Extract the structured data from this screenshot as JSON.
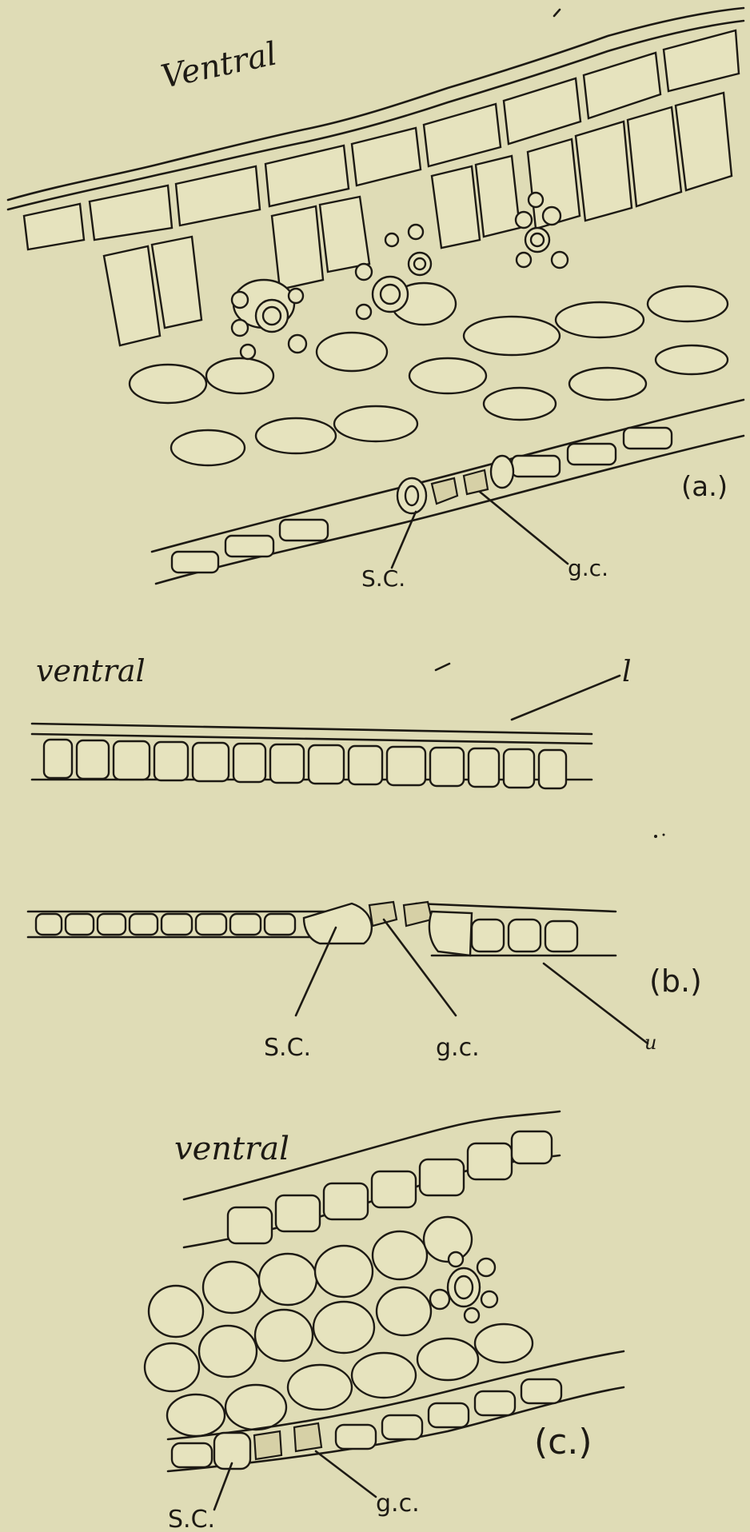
{
  "figure_a": {
    "orientation_label": "Ventral",
    "subsidiary_cell_label": "S.C.",
    "guard_cell_label": "g.c.",
    "panel_label": "(a.)"
  },
  "figure_b": {
    "orientation_label": "ventral",
    "cuticle_label": "l",
    "subsidiary_cell_label": "S.C.",
    "guard_cell_label": "g.c.",
    "lower_pointer_label": "u",
    "panel_label": "(b.)"
  },
  "figure_c": {
    "orientation_label": "ventral",
    "subsidiary_cell_label": "S.C.",
    "guard_cell_label": "g.c.",
    "panel_label": "(c.)"
  },
  "colors": {
    "paper": "#dfdcb6",
    "ink": "#1d1a14",
    "stipple": "#d6d0a6"
  }
}
